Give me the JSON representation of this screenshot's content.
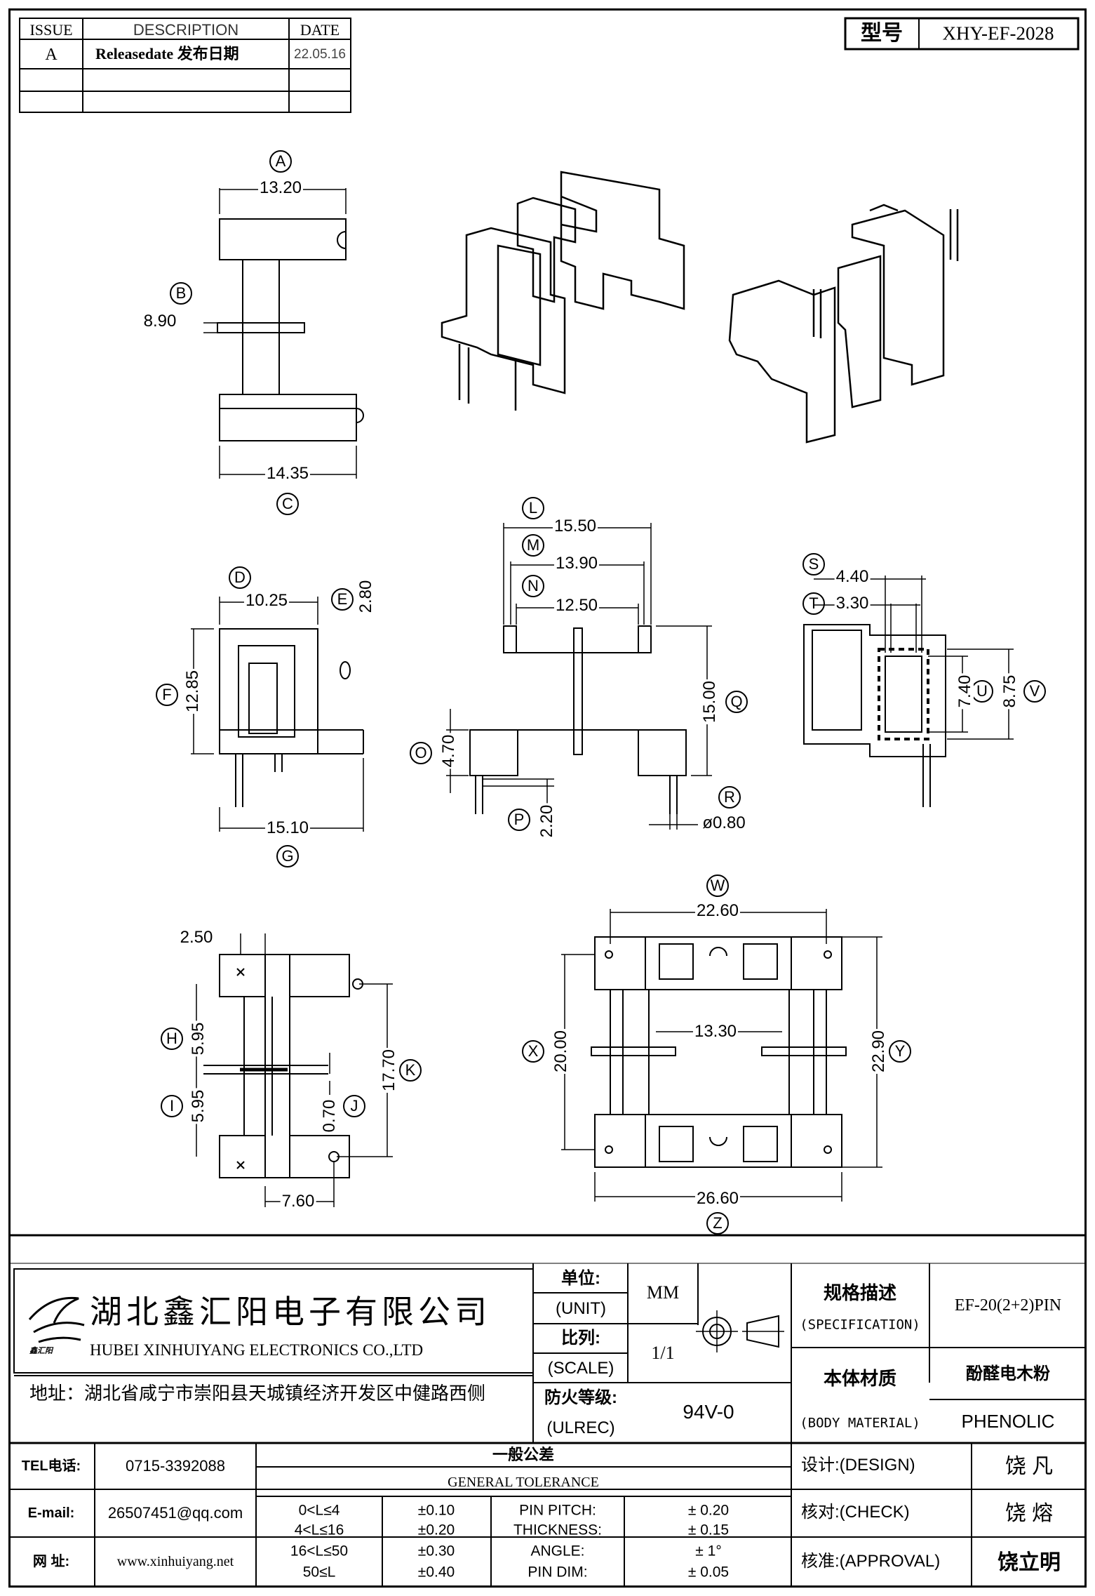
{
  "revision_table": {
    "headers": {
      "issue": "ISSUE",
      "description": "DESCRIPTION",
      "date": "DATE"
    },
    "rows": [
      {
        "issue": "A",
        "description": "Releasedate 发布日期",
        "date": "22.05.16"
      }
    ]
  },
  "part_number": {
    "label": "型号",
    "value": "XHY-EF-2028"
  },
  "dimensions": {
    "A": {
      "letter": "A",
      "value": "13.20"
    },
    "B": {
      "letter": "B",
      "value": "8.90"
    },
    "C": {
      "letter": "C",
      "value": "14.35"
    },
    "D": {
      "letter": "D",
      "value": "10.25"
    },
    "E": {
      "letter": "E",
      "value": "2.80"
    },
    "F": {
      "letter": "F",
      "value": "12.85"
    },
    "G": {
      "letter": "G",
      "value": "15.10"
    },
    "L": {
      "letter": "L",
      "value": "15.50"
    },
    "M": {
      "letter": "M",
      "value": "13.90"
    },
    "N": {
      "letter": "N",
      "value": "12.50"
    },
    "O": {
      "letter": "O",
      "value": "4.70"
    },
    "P": {
      "letter": "P",
      "value": "2.20"
    },
    "Q": {
      "letter": "Q",
      "value": "15.00"
    },
    "R": {
      "letter": "R",
      "value": "ø0.80"
    },
    "S": {
      "letter": "S",
      "value": "4.40"
    },
    "T": {
      "letter": "T",
      "value": "3.30"
    },
    "U": {
      "letter": "U",
      "value": "7.40"
    },
    "V": {
      "letter": "V",
      "value": "8.75"
    },
    "H": {
      "letter": "H",
      "value": "5.95"
    },
    "I": {
      "letter": "I",
      "value": "5.95"
    },
    "J": {
      "letter": "J",
      "value": "0.70"
    },
    "K": {
      "letter": "K",
      "value": "17.70"
    },
    "W": {
      "letter": "W",
      "value": "22.60"
    },
    "X": {
      "letter": "X",
      "value": "20.00"
    },
    "Y": {
      "letter": "Y",
      "value": "22.90"
    },
    "Z": {
      "letter": "Z",
      "value": "26.60"
    },
    "unlabeled_pin_offset": "2.50",
    "unlabeled_pitch": "7.60",
    "unlabeled_inner_gap": "13.30"
  },
  "company": {
    "name_cn": "湖北鑫汇阳电子有限公司",
    "name_en": "HUBEI XINHUIYANG ELECTRONICS CO.,LTD",
    "address": "地址：湖北省咸宁市崇阳县天城镇经济开发区中健路西侧",
    "logo_text": "鑫汇阳"
  },
  "title_block": {
    "unit_label_cn": "单位:",
    "unit_label_en": "(UNIT)",
    "unit_value": "MM",
    "scale_label_cn": "比列:",
    "scale_label_en": "(SCALE)",
    "scale_value": "1/1",
    "ulrec_label_cn": "防火等级:",
    "ulrec_label_en": "(ULREC)",
    "ulrec_value": "94V-0",
    "spec_label_cn": "规格描述",
    "spec_label_en": "(SPECIFICATION)",
    "spec_value": "EF-20(2+2)PIN",
    "material_label_cn": "本体材质",
    "material_label_en": "(BODY MATERIAL)",
    "material_value_cn": "酚醛电木粉",
    "material_value_en": "PHENOLIC"
  },
  "contact": {
    "tel_label": "TEL电话:",
    "tel_value": "0715-3392088",
    "email_label": "E-mail:",
    "email_value": "26507451@qq.com",
    "web_label": "网    址:",
    "web_value": "www.xinhuiyang.net"
  },
  "tolerance": {
    "title_cn": "一般公差",
    "title_en": "GENERAL TOLERANCE",
    "ranges": [
      {
        "range": "0<L≤4",
        "tol": "±0.10"
      },
      {
        "range": "4<L≤16",
        "tol": "±0.20"
      },
      {
        "range": "16<L≤50",
        "tol": "±0.30"
      },
      {
        "range": "50≤L",
        "tol": "±0.40"
      }
    ],
    "specials": [
      {
        "name": "PIN PITCH:",
        "tol": "±  0.20"
      },
      {
        "name": "THICKNESS:",
        "tol": "±  0.15"
      },
      {
        "name": "ANGLE:",
        "tol": "±  1°"
      },
      {
        "name": "PIN DIM:",
        "tol": "±  0.05"
      }
    ]
  },
  "approvals": {
    "design_label": "设计:(DESIGN)",
    "design_name": "饶  凡",
    "check_label": "核对:(CHECK)",
    "check_name": "饶  熔",
    "approval_label": "核准:(APPROVAL)",
    "approval_name": "饶立明"
  }
}
